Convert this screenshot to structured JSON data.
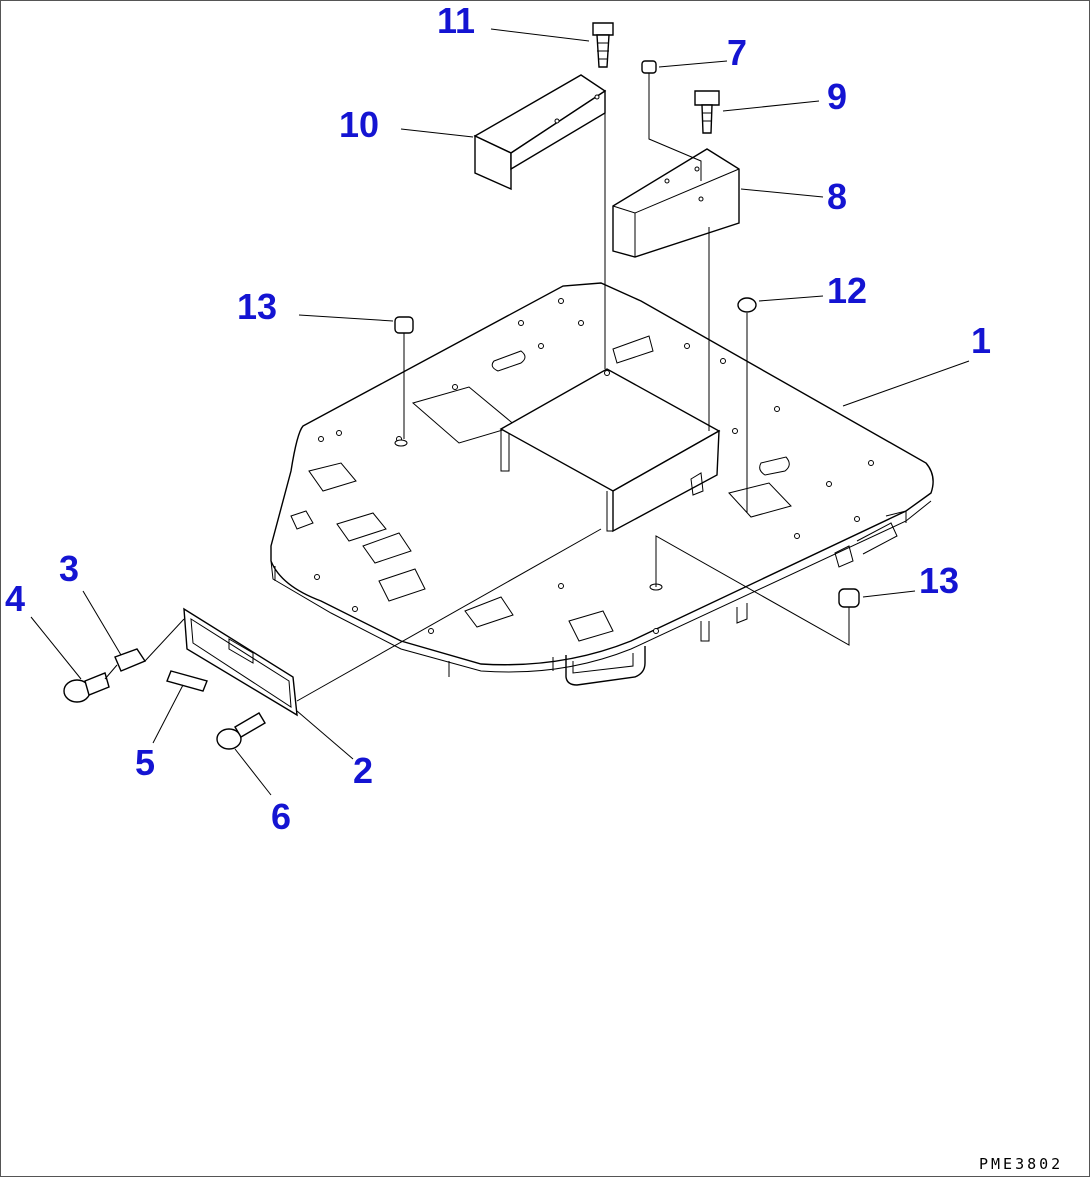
{
  "callouts": {
    "c1": "1",
    "c2": "2",
    "c3": "3",
    "c4": "4",
    "c5": "5",
    "c6": "6",
    "c7": "7",
    "c8": "8",
    "c9": "9",
    "c10": "10",
    "c11": "11",
    "c12": "12",
    "c13a": "13",
    "c13b": "13"
  },
  "drawing_code": "PME3802",
  "colors": {
    "callout": "#1414d2",
    "line": "#000000",
    "background": "#ffffff"
  }
}
